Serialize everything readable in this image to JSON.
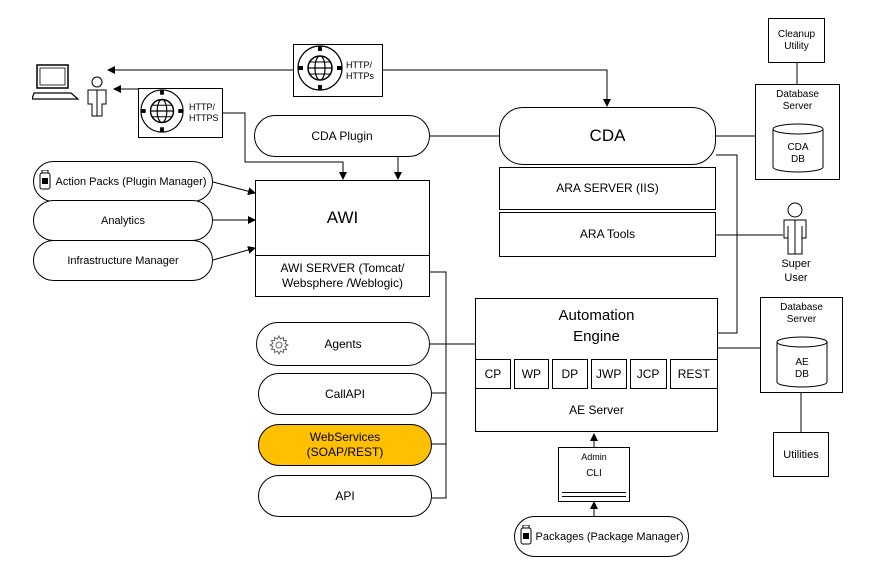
{
  "clients": {
    "http_top": [
      "HTTP/",
      "HTTPs"
    ],
    "http_left": [
      "HTTP/",
      "HTTPS"
    ]
  },
  "cleanup": {
    "label": [
      "Cleanup",
      "Utility"
    ]
  },
  "cda_db_server": {
    "title": [
      "Database",
      "Server"
    ],
    "db": [
      "CDA",
      "DB"
    ]
  },
  "cda_plugin": "CDA Plugin",
  "cda": "CDA",
  "ara_server": "ARA SERVER (IIS)",
  "ara_tools": "ARA Tools",
  "super_user": [
    "Super",
    "User"
  ],
  "plugins": {
    "action_packs": "Action Packs (Plugin Manager)",
    "analytics": "Analytics",
    "infrastructure": "Infrastructure Manager"
  },
  "awi": {
    "title": "AWI",
    "server": [
      "AWI SERVER (Tomcat/",
      "Websphere /Weblogic)"
    ]
  },
  "agents": "Agents",
  "callapi": "CallAPI",
  "webservices": [
    "WebServices",
    "(SOAP/REST)"
  ],
  "api": "API",
  "engine": {
    "title": [
      "Automation",
      "Engine"
    ],
    "processes": [
      "CP",
      "WP",
      "DP",
      "JWP",
      "JCP",
      "REST"
    ],
    "server": "AE Server"
  },
  "ae_db_server": {
    "title": [
      "Database",
      "Server"
    ],
    "db": [
      "AE",
      "DB"
    ]
  },
  "utilities": "Utilities",
  "admin_cli": {
    "top": "Admin",
    "main": "CLI"
  },
  "packages": "Packages (Package Manager)",
  "colors": {
    "highlight": "#FFC000",
    "line": "#000000"
  },
  "icons": [
    "laptop-icon",
    "user-icon",
    "globe-icon",
    "gear-icon",
    "package-icon",
    "database-icon"
  ]
}
